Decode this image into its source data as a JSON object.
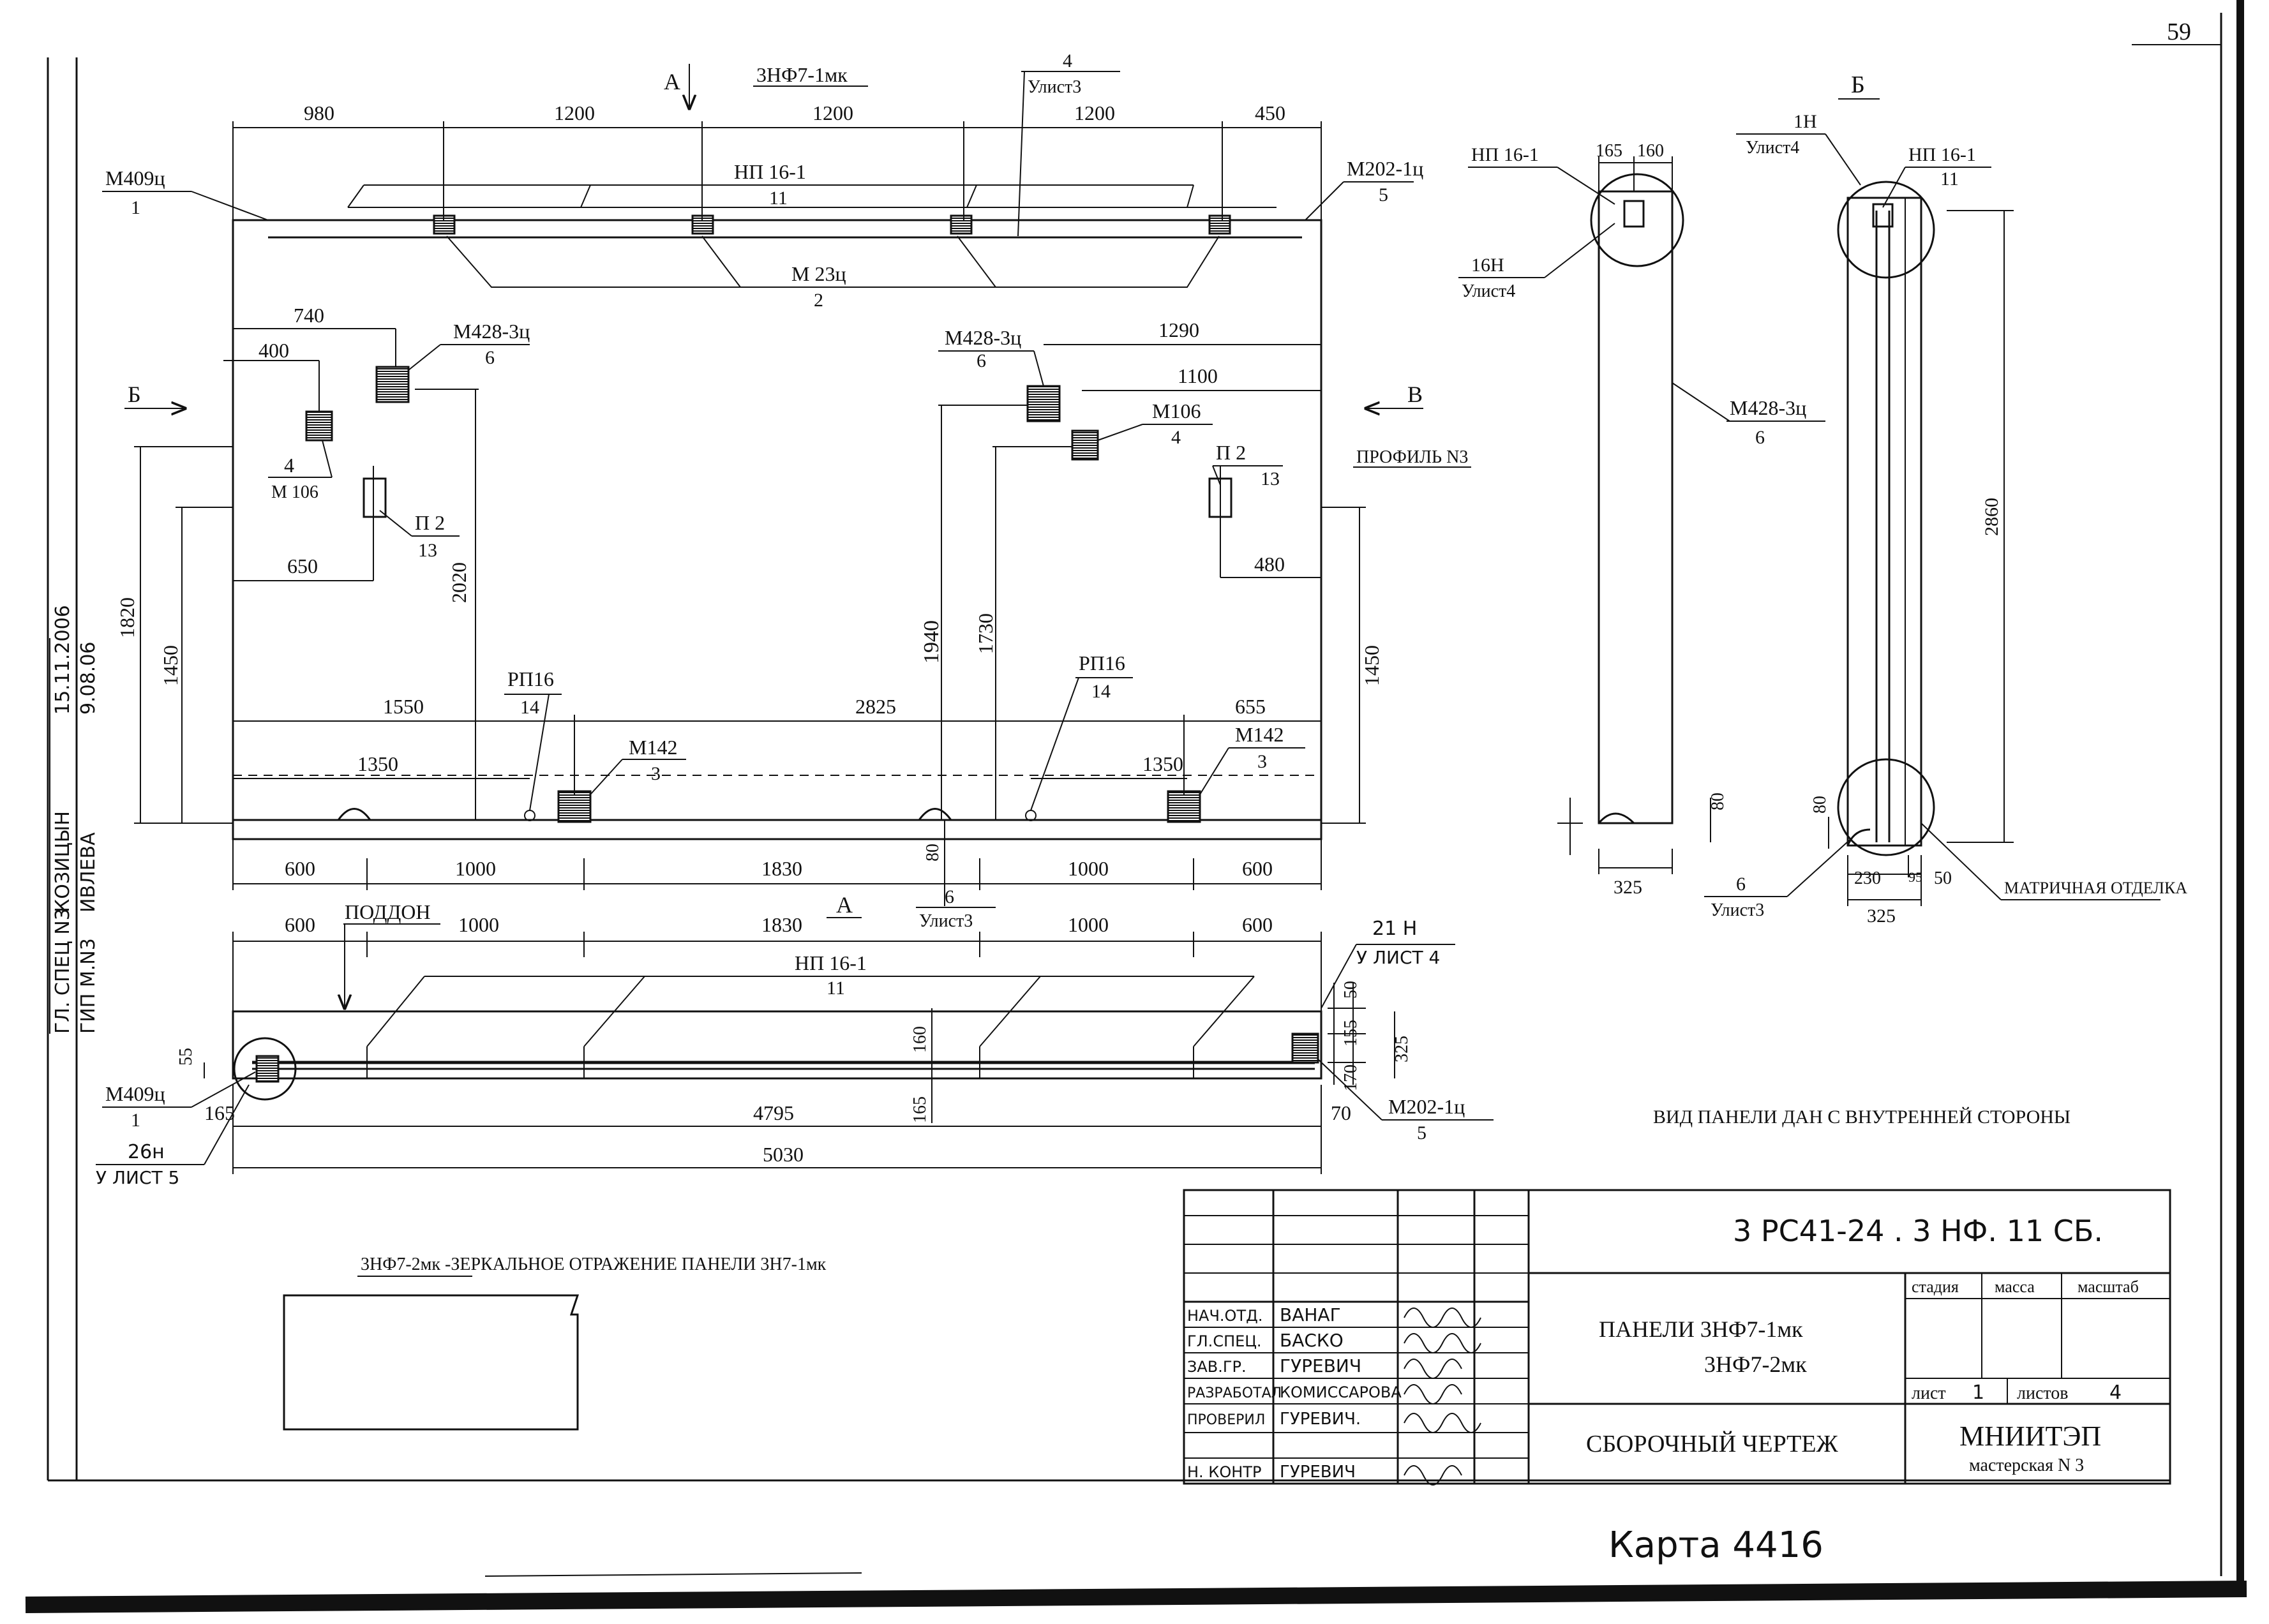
{
  "sheet_number": "59",
  "card_note": "Карта 4416",
  "section_a_label": "А",
  "section_b_label": "Б",
  "section_v_label": "В",
  "panel_id_top": "3НФ7-1мк",
  "profile_label": "ПРОФИЛЬ N3",
  "inner_side_note": "ВИД ПАНЕЛИ ДАН С ВНУТРЕННЕЙ СТОРОНЫ",
  "mirror_note": "3НФ7-2мк -ЗЕРКАЛЬНОЕ ОТРАЖЕНИЕ ПАНЕЛИ 3Н7-1мк",
  "matrix_finish": "МАТРИЧНАЯ ОТДЕЛКА",
  "pallet_label": "ПОДДОН",
  "callouts": {
    "m409_name": "М409ц",
    "m409_num": "1",
    "np16_name": "НП 16-1",
    "np16_num": "11",
    "m202_name": "М202-1ц",
    "m202_num": "5",
    "m23_name": "М 23ц",
    "m23_num": "2",
    "m428_name": "М428-3ц",
    "m428_num": "6",
    "m106_name": "М106",
    "m106_num": "4",
    "m106b_name": "М 106",
    "m106b_num": "4",
    "p2_name": "П 2",
    "p2_num": "13",
    "rp16_name": "РП16",
    "rp16_num": "14",
    "m142_name": "М142",
    "m142_num": "3",
    "ul3_num": "4",
    "ul3_name": "Улист3",
    "ul3b_num": "6",
    "ul3b_name": "Улист3",
    "h1_name": "1Н",
    "h1_sheet": "Улист4",
    "h16_name": "16Н",
    "h16_sheet": "Улист4",
    "h21_name": "21 Н",
    "h21_sheet": "У ЛИСТ 4",
    "h26_name": "26н",
    "h26_sheet": "У ЛИСТ 5",
    "b6_num": "6",
    "b6_sheet": "Улист3"
  },
  "dims": {
    "top_980": "980",
    "top_1200a": "1200",
    "top_1200b": "1200",
    "top_1200c": "1200",
    "top_450": "450",
    "d740": "740",
    "d400": "400",
    "d1290": "1290",
    "d1100": "1100",
    "d650": "650",
    "d480": "480",
    "d2020": "2020",
    "d1820": "1820",
    "d1450l": "1450",
    "d1450r": "1450",
    "d1940": "1940",
    "d1730": "1730",
    "d1550": "1550",
    "d2825": "2825",
    "d655": "655",
    "d1350a": "1350",
    "d1350b": "1350",
    "d80a": "80",
    "b600a": "600",
    "b1000a": "1000",
    "b1830a": "1830",
    "b1000b": "1000",
    "b600b": "600",
    "p600a": "600",
    "p1000a": "1000",
    "p1830": "1830",
    "p1000b": "1000",
    "p600b": "600",
    "p55": "55",
    "p160": "160",
    "p165": "165",
    "p165b": "165",
    "p4795": "4795",
    "p70": "70",
    "p5030": "5030",
    "p50": "50",
    "p155": "155",
    "p170": "170",
    "p325": "325",
    "s165": "165",
    "s160": "160",
    "s2860": "2860",
    "s80a": "80",
    "s80b": "80",
    "s325a": "325",
    "s230": "230",
    "s95": "95",
    "s50": "50",
    "s325b": "325"
  },
  "stamp_side": {
    "row1_role": "ГЛ. СПЕЦ N3",
    "row1_name": "КОЗИЦЫН",
    "row2_role": "ГИП М.N3",
    "row2_name": "ИВЛЕВА",
    "date1": "15.11.2006",
    "date2": "9.08.06"
  },
  "title_block": {
    "code": "3 РС41-24 . 3 НФ. 11 СБ.",
    "title_line1": "ПАНЕЛИ 3НФ7-1мк",
    "title_line2": "3НФ7-2мк",
    "doc_type": "СБОРОЧНЫЙ ЧЕРТЕЖ",
    "stage": "стадия",
    "mass": "масса",
    "scale": "масштаб",
    "sheet_label": "лист",
    "sheet_value": "1",
    "sheets_label": "листов",
    "sheets_value": "4",
    "org": "МНИИТЭП",
    "workshop": "мастерская N 3",
    "rows": [
      {
        "role": "НАЧ.ОТД.",
        "name": "ВАНАГ"
      },
      {
        "role": "ГЛ.СПЕЦ.",
        "name": "БАСКО"
      },
      {
        "role": "ЗАВ.ГР.",
        "name": "ГУРЕВИЧ"
      },
      {
        "role": "РАЗРАБОТАЛ",
        "name": "КОМИССАРОВА"
      },
      {
        "role": "ПРОВЕРИЛ",
        "name": "ГУРЕВИЧ."
      },
      {
        "role": "Н. КОНТР",
        "name": "ГУРЕВИЧ"
      }
    ]
  }
}
